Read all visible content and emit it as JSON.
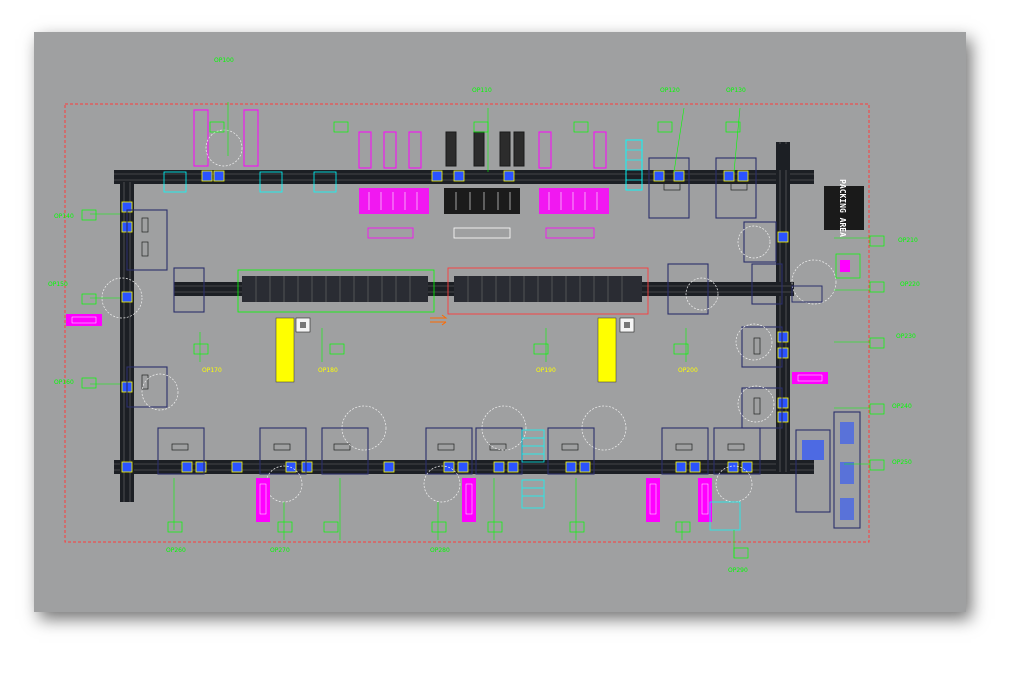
{
  "window": {
    "title": ""
  },
  "colors": {
    "background": "#9fa0a1",
    "boundary": "#ff3b3b",
    "conveyor": "#1c1f24",
    "station": "#2b2f6b",
    "fixture": "#2b53ff",
    "pallet": "#ff00ff",
    "cabinet": "#ffff00",
    "callout": "#00ff00",
    "conveyor_alt": "#00ffff",
    "annotation": "#ffff00"
  },
  "labels": {
    "packing_area": "PACKING AREA",
    "station_codes": [
      "OP100",
      "OP110",
      "OP120",
      "OP130",
      "OP140",
      "OP150",
      "OP160",
      "OP170",
      "OP180",
      "OP190",
      "OP200",
      "OP210",
      "OP220",
      "OP230",
      "OP240",
      "OP250",
      "OP260",
      "OP270",
      "OP280",
      "OP290"
    ]
  }
}
